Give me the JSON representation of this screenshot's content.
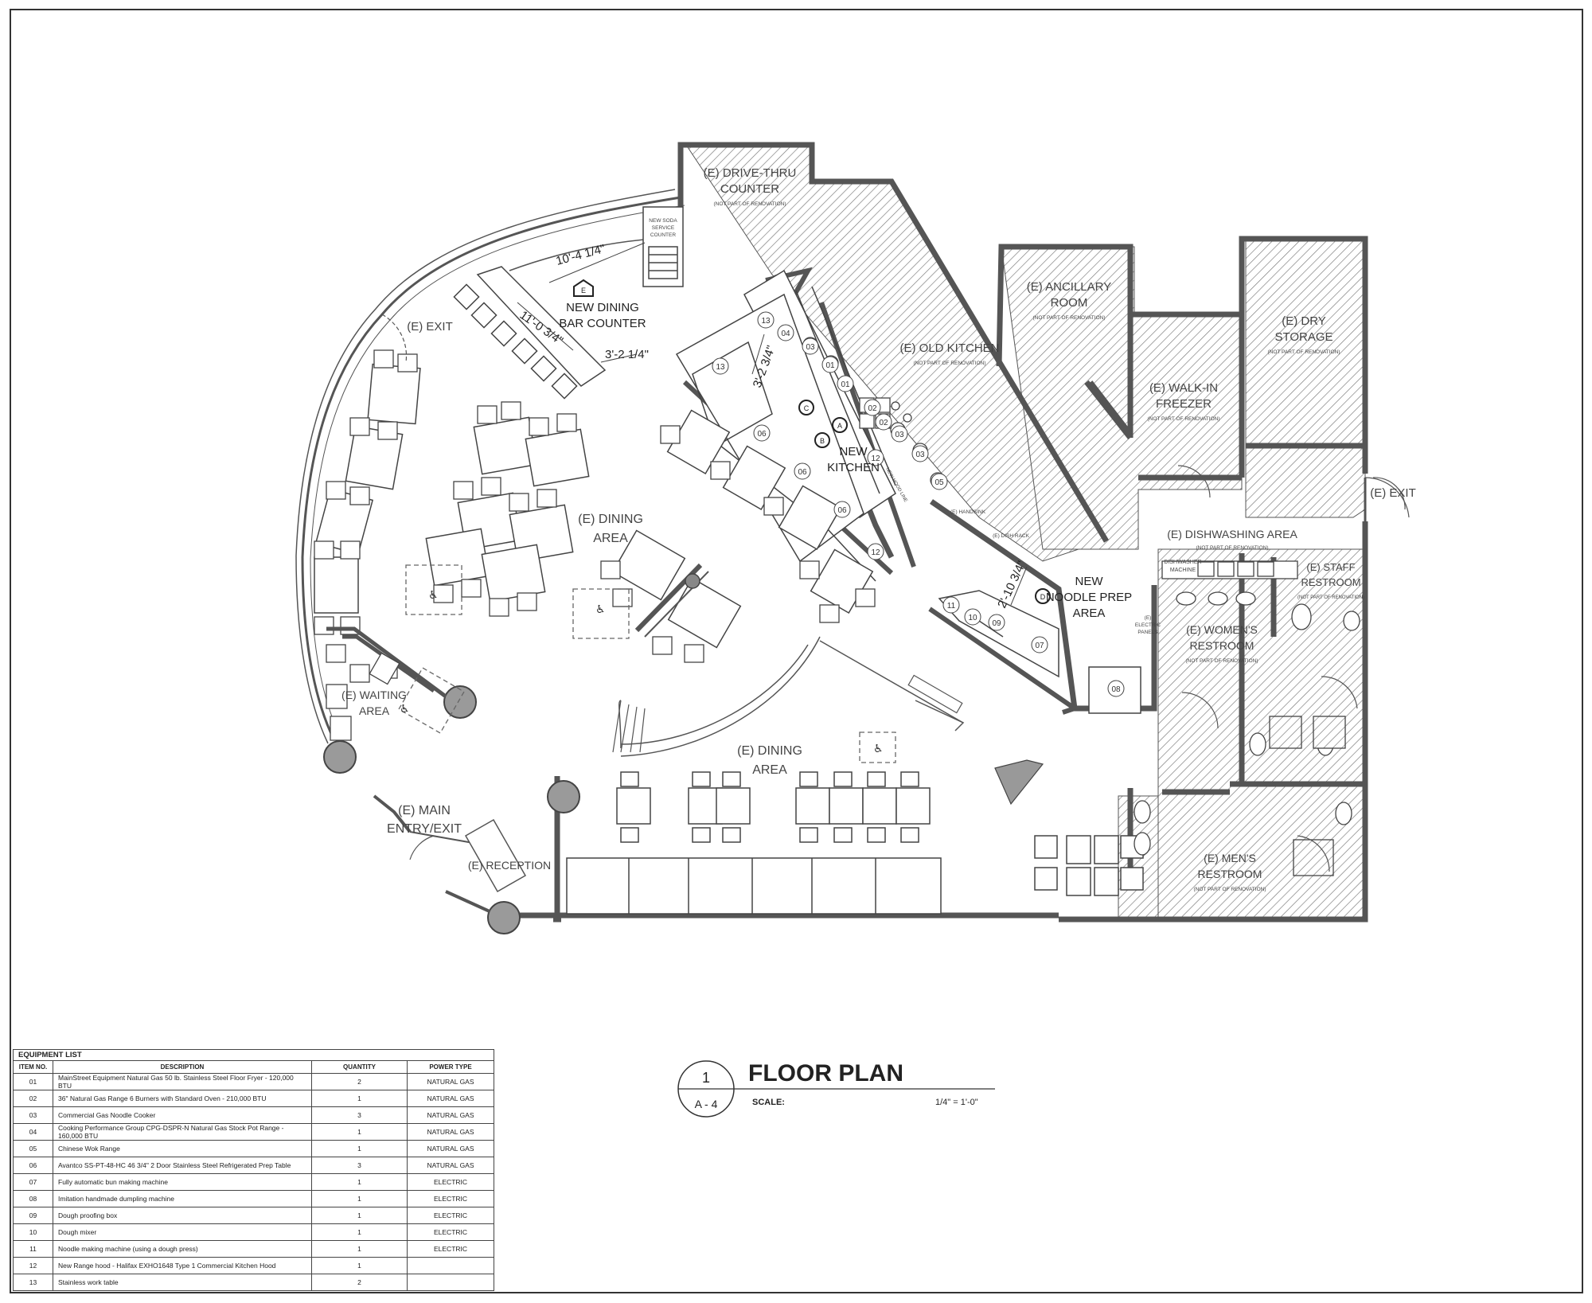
{
  "rooms": {
    "drive_thru": [
      "(E) DRIVE-THRU",
      "COUNTER",
      "(NOT PART OF RENOVATION)"
    ],
    "new_soda": [
      "NEW SODA",
      "SERVICE",
      "COUNTER"
    ],
    "ancillary": [
      "(E) ANCILLARY",
      "ROOM",
      "(NOT PART OF RENOVATION)"
    ],
    "old_kitchen": [
      "(E) OLD KITCHEN",
      "(NOT PART OF RENOVATION)"
    ],
    "dry_storage": [
      "(E) DRY",
      "STORAGE",
      "(NOT PART OF RENOVATION)"
    ],
    "walk_in": [
      "(E) WALK-IN",
      "FREEZER",
      "(NOT PART OF RENOVATION)"
    ],
    "exit_right": "(E) EXIT",
    "exit_left": "(E) EXIT",
    "dishwashing": [
      "(E) DISHWASHING AREA",
      "(NOT PART OF RENOVATION)"
    ],
    "dishwasher_machine": [
      "DISHWASHER",
      "MACHINE"
    ],
    "staff_restroom": [
      "(E) STAFF",
      "RESTROOM",
      "(NOT PART OF RENOVATION)"
    ],
    "womens_restroom": [
      "(E) WOMEN'S",
      "RESTROOM",
      "(NOT PART OF RENOVATION)"
    ],
    "mens_restroom": [
      "(E) MEN'S",
      "RESTROOM",
      "(NOT PART OF RENOVATION)"
    ],
    "new_dining_bar": [
      "NEW DINING",
      "BAR COUNTER"
    ],
    "new_kitchen": [
      "NEW",
      "KITCHEN"
    ],
    "new_noodle": [
      "NEW",
      "NOODLE PREP",
      "AREA"
    ],
    "dining_area_1": [
      "(E) DINING",
      "AREA"
    ],
    "dining_area_2": [
      "(E) DINING",
      "AREA"
    ],
    "waiting_area": [
      "(E) WAITING",
      "AREA"
    ],
    "main_entry": [
      "(E) MAIN",
      "ENTRY/EXIT"
    ],
    "reception": "(E) RECEPTION",
    "handsink": "(E) HANDSINK",
    "dish_rack": "(E) DISH RACK",
    "electric_panels": [
      "(E)",
      "ELECTRIC",
      "PANELS"
    ],
    "new_hood_line": "NEW HOOD LINE"
  },
  "dimensions": {
    "d1": "10'-4 1/4\"",
    "d2": "11'-0 3/4\"",
    "d3": "3'-2 1/4\"",
    "d4": "3'-2 3/4\"",
    "d5": "2'-10 3/4\""
  },
  "markers": {
    "kitchen_callouts": [
      "13",
      "04",
      "03",
      "01",
      "13",
      "01",
      "02",
      "02",
      "03",
      "03",
      "06",
      "06",
      "06",
      "05",
      "12",
      "12"
    ],
    "noodle_callouts": [
      "11",
      "10",
      "09",
      "07",
      "08"
    ],
    "view_tags": [
      "E",
      "C",
      "A",
      "B",
      "D"
    ]
  },
  "title_block": {
    "number": "1",
    "sheet": "A - 4",
    "title": "FLOOR PLAN",
    "scale_label": "SCALE:",
    "scale_value": "1/4\" = 1'-0\""
  },
  "equipment_list": {
    "caption": "EQUIPMENT LIST",
    "headers": [
      "ITEM NO.",
      "DESCRIPTION",
      "QUANTITY",
      "POWER TYPE"
    ],
    "rows": [
      {
        "item": "01",
        "description": "MainStreet Equipment Natural Gas 50 lb. Stainless Steel Floor Fryer - 120,000 BTU",
        "quantity": "2",
        "power": "NATURAL GAS"
      },
      {
        "item": "02",
        "description": "36\" Natural Gas Range 6 Burners with Standard Oven - 210,000 BTU",
        "quantity": "1",
        "power": "NATURAL GAS"
      },
      {
        "item": "03",
        "description": "Commercial Gas Noodle Cooker",
        "quantity": "3",
        "power": "NATURAL GAS"
      },
      {
        "item": "04",
        "description": "Cooking Performance Group CPG-DSPR-N Natural Gas Stock Pot Range - 160,000 BTU",
        "quantity": "1",
        "power": "NATURAL GAS"
      },
      {
        "item": "05",
        "description": "Chinese Wok Range",
        "quantity": "1",
        "power": "NATURAL GAS"
      },
      {
        "item": "06",
        "description": "Avantco SS-PT-48-HC 46 3/4\" 2 Door Stainless Steel Refrigerated Prep Table",
        "quantity": "3",
        "power": "NATURAL GAS"
      },
      {
        "item": "07",
        "description": "Fully automatic bun making machine",
        "quantity": "1",
        "power": "ELECTRIC"
      },
      {
        "item": "08",
        "description": "Imitation handmade dumpling machine",
        "quantity": "1",
        "power": "ELECTRIC"
      },
      {
        "item": "09",
        "description": "Dough proofing box",
        "quantity": "1",
        "power": "ELECTRIC"
      },
      {
        "item": "10",
        "description": "Dough mixer",
        "quantity": "1",
        "power": "ELECTRIC"
      },
      {
        "item": "11",
        "description": "Noodle making machine (using a dough press)",
        "quantity": "1",
        "power": "ELECTRIC"
      },
      {
        "item": "12",
        "description": "New Range hood - Halifax EXHO1648 Type 1 Commercial Kitchen Hood",
        "quantity": "1",
        "power": ""
      },
      {
        "item": "13",
        "description": "Stainless work table",
        "quantity": "2",
        "power": ""
      }
    ]
  }
}
